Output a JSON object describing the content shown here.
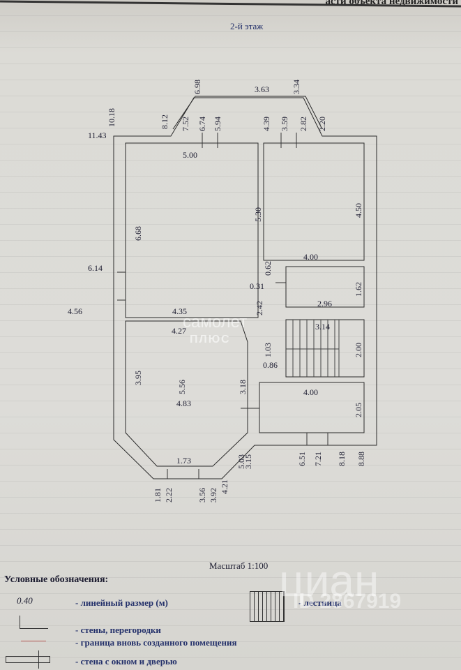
{
  "header": {
    "partial_title": "асти объекта недвижимости",
    "floor": "2-й этаж"
  },
  "dims": [
    "6.98",
    "3.63",
    "3.34",
    "10.18",
    "8.12",
    "7.52",
    "6.74",
    "5.94",
    "4.39",
    "3.59",
    "2.82",
    "2.20",
    "11.43",
    "5.00",
    "5.30",
    "4.50",
    "6.68",
    "6.14",
    "4.00",
    "0.62",
    "0.31",
    "1.62",
    "4.56",
    "4.35",
    "2.42",
    "2.96",
    "4.27",
    "3.14",
    "1.03",
    "2.00",
    "0.86",
    "3.95",
    "5.56",
    "3.18",
    "4.00",
    "4.83",
    "2.05",
    "1.73",
    "5.03",
    "3.15",
    "6.51",
    "7.21",
    "8.18",
    "8.88",
    "1.81",
    "2.22",
    "3.56",
    "3.92",
    "4.21"
  ],
  "scale": "Масштаб 1:100",
  "legend": {
    "title": "Условные обозначения:",
    "sample": "0.40",
    "linear": "- линейный размер (м)",
    "walls": "- стены, перегородки",
    "boundary": "- граница вновь созданного помещения",
    "window_door": "- стена с окном и дверью",
    "stairs": "- лестница"
  },
  "watermarks": {
    "cian": "циан",
    "cian_id": "ID 2867919",
    "samolet": "самолет",
    "plus": "ПЛЮС"
  }
}
